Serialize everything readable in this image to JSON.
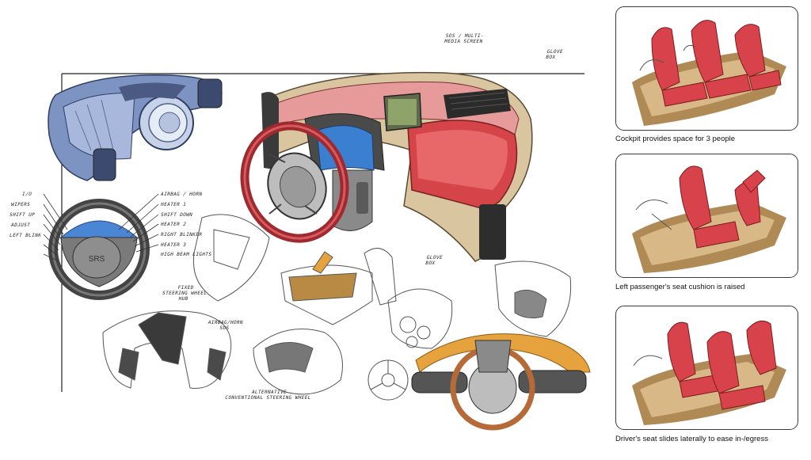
{
  "annotations": {
    "sos_screen": "SOS / MULTI-\nMEDIA SCREEN",
    "glove_box_top": "GLOVE\nBOX",
    "glove_box_mid": "GLOVE\nBOX",
    "airbag_horn": "AIRBAG / HORN",
    "heater_1": "HEATER 1",
    "shift_down": "SHIFT DOWN",
    "heater_2": "HEATER 2",
    "right_blinker": "RIGHT BLINKER",
    "heater_3": "HEATER 3",
    "high_beam": "HIGH BEAM LIGHTS",
    "io": "I/O",
    "wipers": "WIPERS",
    "shift_up": "SHIFT UP",
    "adjust": "ADJUST",
    "left_blinker": "LEFT BLINK",
    "fixed_hub": "FIXED\nSTEERING WHEEL\nHUB",
    "sos_small": "AIRBAG/HORN\nSOS",
    "alt_wheel": "ALTERNATIVE\nCONVENTIONAL STEERING WHEEL",
    "hub_badge": "SRS"
  },
  "captions": [
    "Cockpit provides space for 3 people",
    "Left passenger's seat cushion is raised",
    "Driver's seat slides laterally to ease in-/egress"
  ],
  "colors": {
    "seat_red": "#d8424a",
    "floor_tan": "#b08a55",
    "dash_red": "#c93a3e",
    "hub_blue": "#3a7fd0",
    "frame_blue": "#6f89b8",
    "wheel_red": "#b8363b",
    "orange_trim": "#e6a23c"
  }
}
